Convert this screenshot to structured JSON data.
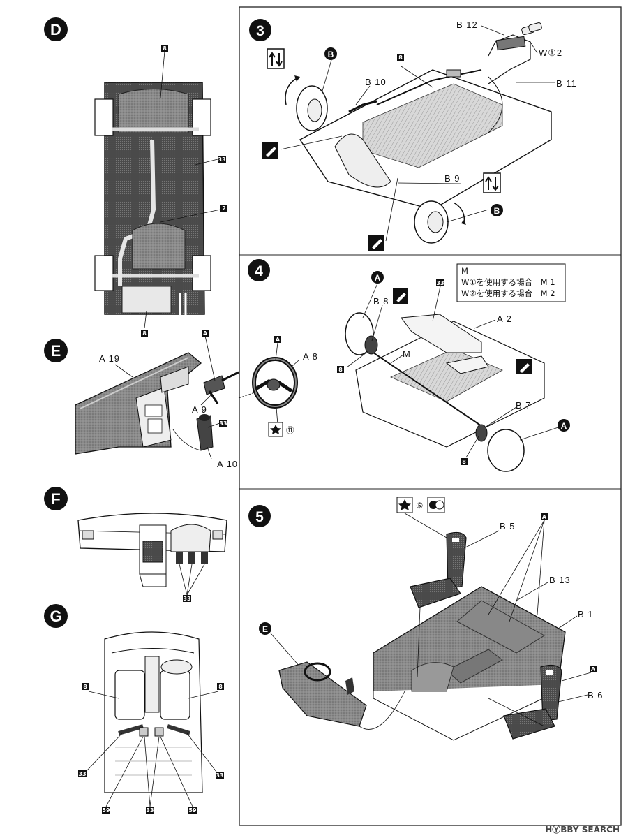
{
  "steps": {
    "D": "D",
    "E": "E",
    "F": "F",
    "G": "G",
    "s3": "3",
    "s4": "4",
    "s5": "5"
  },
  "ref_circles": {
    "A": "A",
    "B": "B",
    "E": "E"
  },
  "section_D": {
    "badges": [
      "8",
      "33",
      "2",
      "8"
    ]
  },
  "section_3": {
    "labels": {
      "b12": "B 12",
      "w12": "W①2",
      "b11": "B 11",
      "b10": "B 10",
      "b9": "B 9"
    },
    "badge": "8"
  },
  "section_4": {
    "note_title": "M",
    "note_line1": "W①を使用する場合　M 1",
    "note_line2": "W②を使用する場合　M 2",
    "labels": {
      "b8": "B 8",
      "a2": "A 2",
      "m": "M",
      "b7": "B 7"
    },
    "badges": [
      "33",
      "8",
      "8"
    ]
  },
  "section_E": {
    "labels": {
      "a19": "A 19",
      "a9": "A 9",
      "a10": "A 10",
      "a8": "A 8"
    },
    "badges": [
      "A",
      "33",
      "A"
    ],
    "paint_code": "⑪"
  },
  "section_F": {
    "badge": "33"
  },
  "section_G": {
    "badges": [
      "8",
      "8",
      "33",
      "33",
      "59",
      "33",
      "59"
    ]
  },
  "section_5": {
    "labels": {
      "b5": "B 5",
      "b13": "B 13",
      "b1": "B 1",
      "b6": "B 6"
    },
    "badges": [
      "A",
      "A"
    ],
    "paint_code": "⑤"
  },
  "watermark": "HⓎBBY SEARCH"
}
